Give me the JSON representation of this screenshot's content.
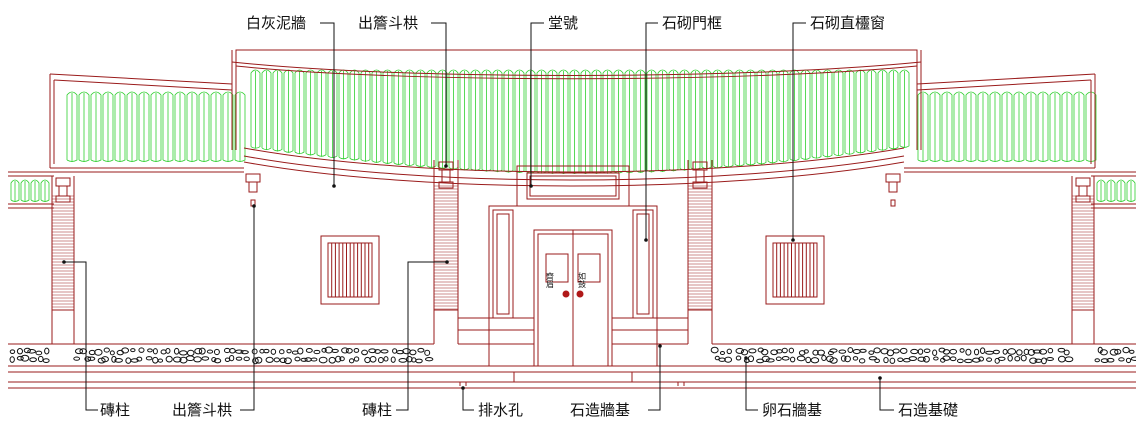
{
  "labels": {
    "plaster_wall": "白灰泥牆",
    "bracket_top": "出簷斗栱",
    "hall_name": "堂號",
    "stone_door_frame": "石砌門框",
    "stone_window": "石砌直欞窗",
    "brick_column_left": "磚柱",
    "bracket_bottom": "出簷斗栱",
    "brick_column_center": "磚柱",
    "drain_hole": "排水孔",
    "stone_wall_base": "石造牆基",
    "cobble_wall_base": "卵石牆基",
    "stone_foundation": "石造基礎"
  },
  "door_text": {
    "left_panel": "齊眉",
    "right_panel": "如鼓"
  }
}
